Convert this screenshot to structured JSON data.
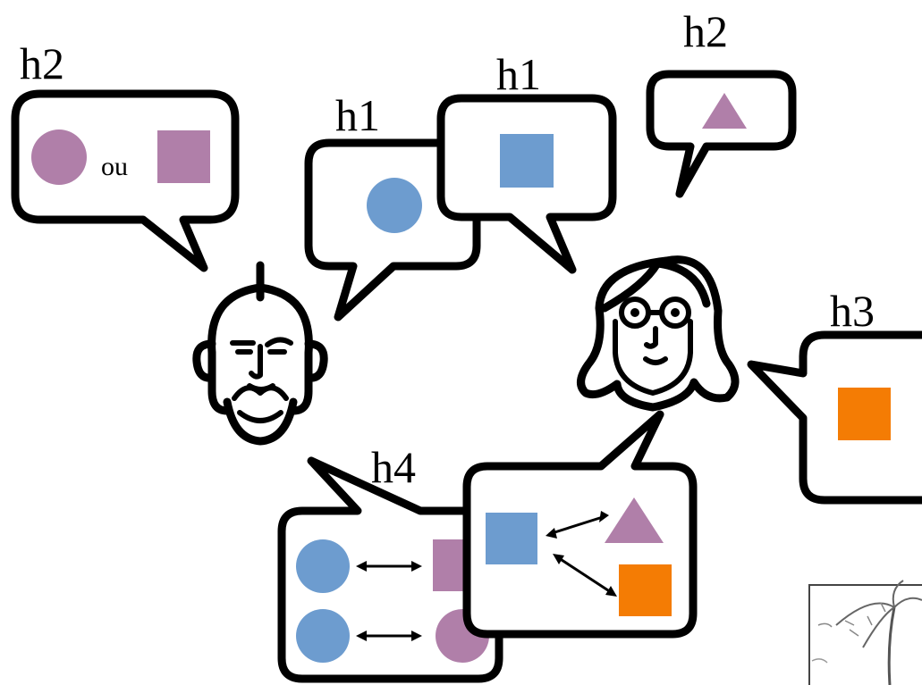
{
  "colors": {
    "purple": "#b07fa9",
    "blue": "#6d9ccf",
    "orange": "#f47c04"
  },
  "bubbles": {
    "man_h2": {
      "label": "h2",
      "connector": "ou"
    },
    "man_h1": {
      "label": "h1"
    },
    "woman_h1": {
      "label": "h1"
    },
    "woman_h2": {
      "label": "h2"
    },
    "woman_h3": {
      "label": "h3"
    },
    "man_h4": {
      "label": "h4"
    }
  },
  "characters": [
    {
      "name": "man",
      "icon": "bald-bearded-man-icon"
    },
    {
      "name": "woman",
      "icon": "woman-with-glasses-icon"
    }
  ]
}
